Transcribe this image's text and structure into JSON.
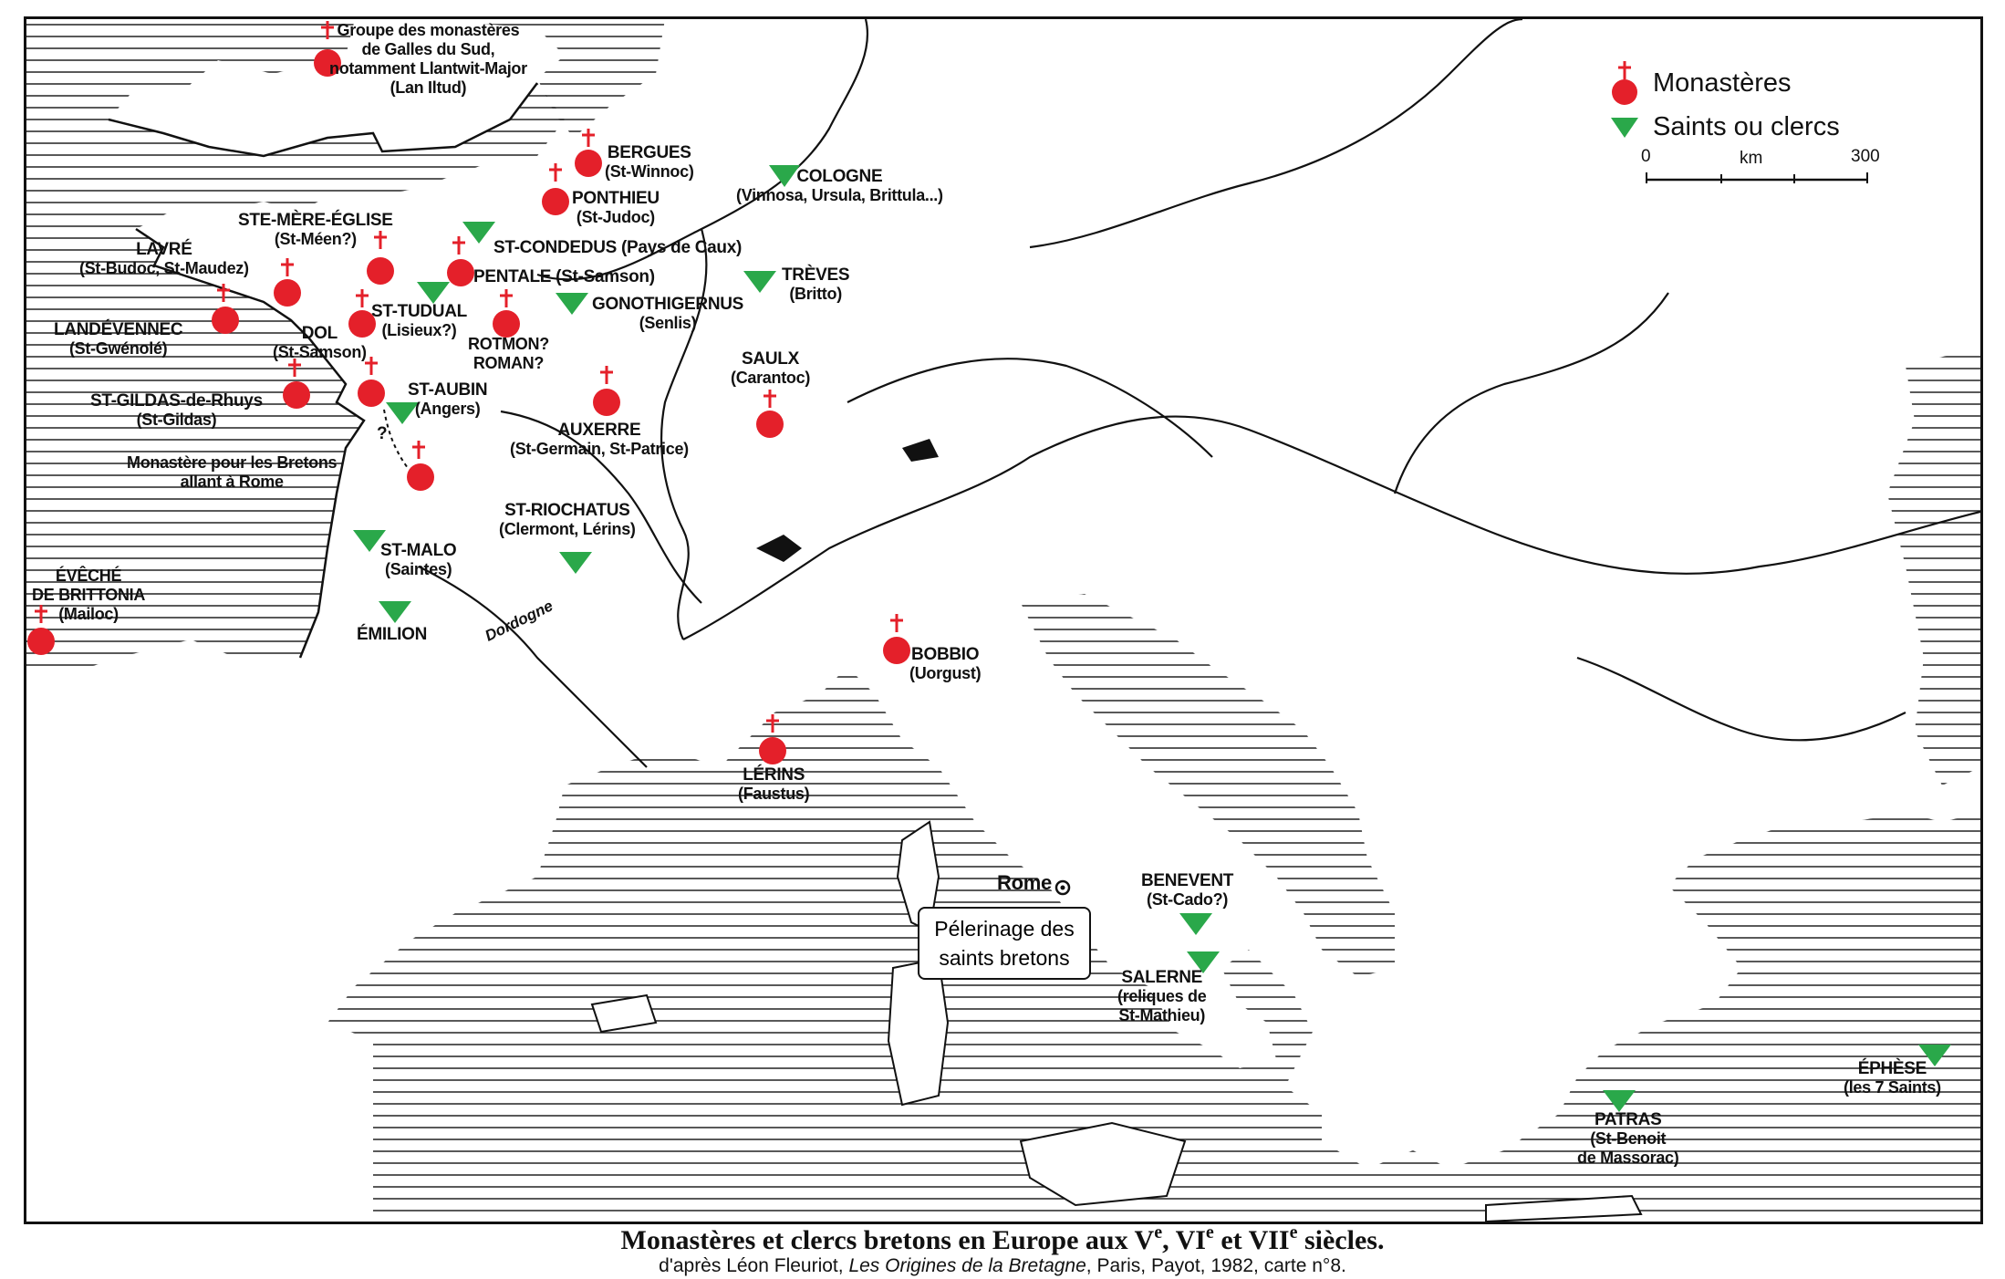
{
  "legend": {
    "monasteries": "Monastères",
    "saints": "Saints ou clercs"
  },
  "scale": {
    "zero": "0",
    "unit": "km",
    "max": "300"
  },
  "colors": {
    "monastery": "#e4202a",
    "saint": "#2aa84a",
    "cross": "#e4202a"
  },
  "labels": {
    "galles": [
      "Groupe des monastères",
      "de Galles du Sud,",
      "notamment Llantwit-Major",
      "(Lan Iltud)"
    ],
    "bergues": "BERGUES",
    "bergues_sub": "(St-Winnoc)",
    "ponthieu": "PONTHIEU",
    "ponthieu_sub": "(St-Judoc)",
    "cologne": "COLOGNE",
    "cologne_sub": "(Vinnosa, Ursula, Brittula...)",
    "stemere": "STE-MÈRE-ÉGLISE",
    "stemere_sub": "(St-Méen?)",
    "condedus": "ST-CONDEDUS (Pays de Caux)",
    "lavre": "LAVRÉ",
    "lavre_sub": "(St-Budoc, St-Maudez)",
    "pentale": "PENTALE (St-Samson)",
    "treves": "TRÈVES",
    "treves_sub": "(Britto)",
    "gonothigernus": "GONOTHIGERNUS",
    "gonothigernus_sub": "(Senlis)",
    "landevennec": "LANDÉVENNEC",
    "landevennec_sub": "(St-Gwénolé)",
    "sttudual": "ST-TUDUAL",
    "sttudual_sub": "(Lisieux?)",
    "dol": "DOL",
    "dol_sub": "(St-Samson)",
    "rotmon": "ROTMON?",
    "roman": "ROMAN?",
    "saulx": "SAULX",
    "saulx_sub": "(Carantoc)",
    "stgildas": "ST-GILDAS-de-Rhuys",
    "stgildas_sub": "(St-Gildas)",
    "staubin": "ST-AUBIN",
    "staubin_sub": "(Angers)",
    "auxerre": "AUXERRE",
    "auxerre_sub": "(St-Germain, St-Patrice)",
    "monastere_rome": [
      "Monastère pour les Bretons",
      "allant à Rome"
    ],
    "question": "?",
    "riochatus": "ST-RIOCHATUS",
    "riochatus_sub": "(Clermont, Lérins)",
    "stmalo": "ST-MALO",
    "stmalo_sub": "(Saintes)",
    "eveche": [
      "ÉVÊCHÉ",
      "DE BRITTONIA"
    ],
    "eveche_sub": "(Mailoc)",
    "emilion": "ÉMILION",
    "dordogne": "Dordogne",
    "bobbio": "BOBBIO",
    "bobbio_sub": "(Uorgust)",
    "lerins": "LÉRINS",
    "lerins_sub": "(Faustus)",
    "rome": "Rome",
    "rome_box": [
      "Pélerinage des",
      "saints bretons"
    ],
    "benevent": "BENEVENT",
    "benevent_sub": "(St-Cado?)",
    "salerne": "SALERNE",
    "salerne_sub": [
      "(reliques de",
      "St-Mathieu)"
    ],
    "ephese": "ÉPHÈSE",
    "ephese_sub": "(les 7 Saints)",
    "patras": "PATRAS",
    "patras_sub": [
      "(St-Benoit",
      "de Massorac)"
    ]
  },
  "caption": {
    "title_pre": "Monastères et clercs bretons en Europe aux ",
    "c5": "V",
    "c6": "VI",
    "c7": "VII",
    "sup": "e",
    "title_sep1": ", ",
    "title_sep2": " et ",
    "title_post": " siècles.",
    "src_pre": "d'après Léon Fleuriot, ",
    "src_book": "Les Origines de la Bretagne",
    "src_post": ",  Paris, Payot, 1982, carte n°8."
  }
}
